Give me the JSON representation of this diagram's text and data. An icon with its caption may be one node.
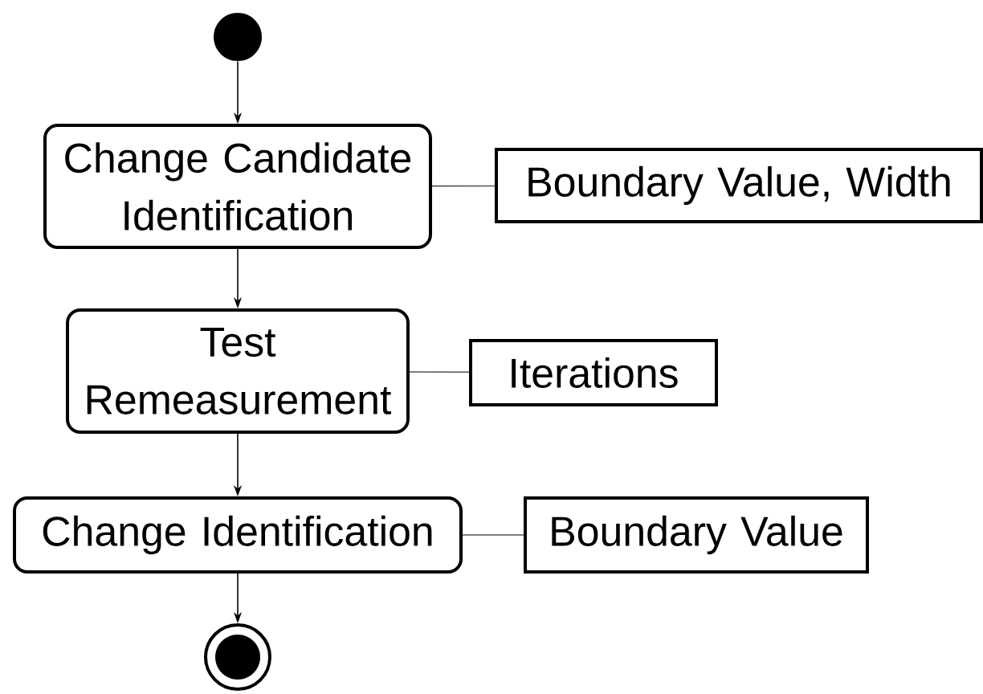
{
  "diagram": {
    "nodes": [
      {
        "text": [],
        "shape": "circle"
      },
      {
        "text": [
          "Change Candidate Identification"
        ]
      },
      {
        "text": [
          "Boundary Value, Width"
        ]
      },
      {
        "text": [
          "Test Remeasurement"
        ]
      },
      {
        "text": [
          "Iterations"
        ]
      },
      {
        "text": [
          "Change Identification"
        ]
      },
      {
        "text": [
          "Boundary Value"
        ]
      },
      {
        "text": [],
        "shape": "circle"
      }
    ],
    "edges": [
      {
        "from": 0,
        "to": 1,
        "arrow": "to"
      },
      {
        "from": 1,
        "to": 2,
        "arrow": "none",
        "color": "#555555"
      },
      {
        "from": 1,
        "to": 3,
        "arrow": "to"
      },
      {
        "from": 3,
        "to": 4,
        "arrow": "none",
        "color": "#555555"
      },
      {
        "from": 3,
        "to": 5,
        "arrow": "to"
      },
      {
        "from": 5,
        "to": 6,
        "arrow": "none",
        "color": "#555555"
      },
      {
        "from": 5,
        "to": 7,
        "arrow": "to"
      }
    ]
  }
}
